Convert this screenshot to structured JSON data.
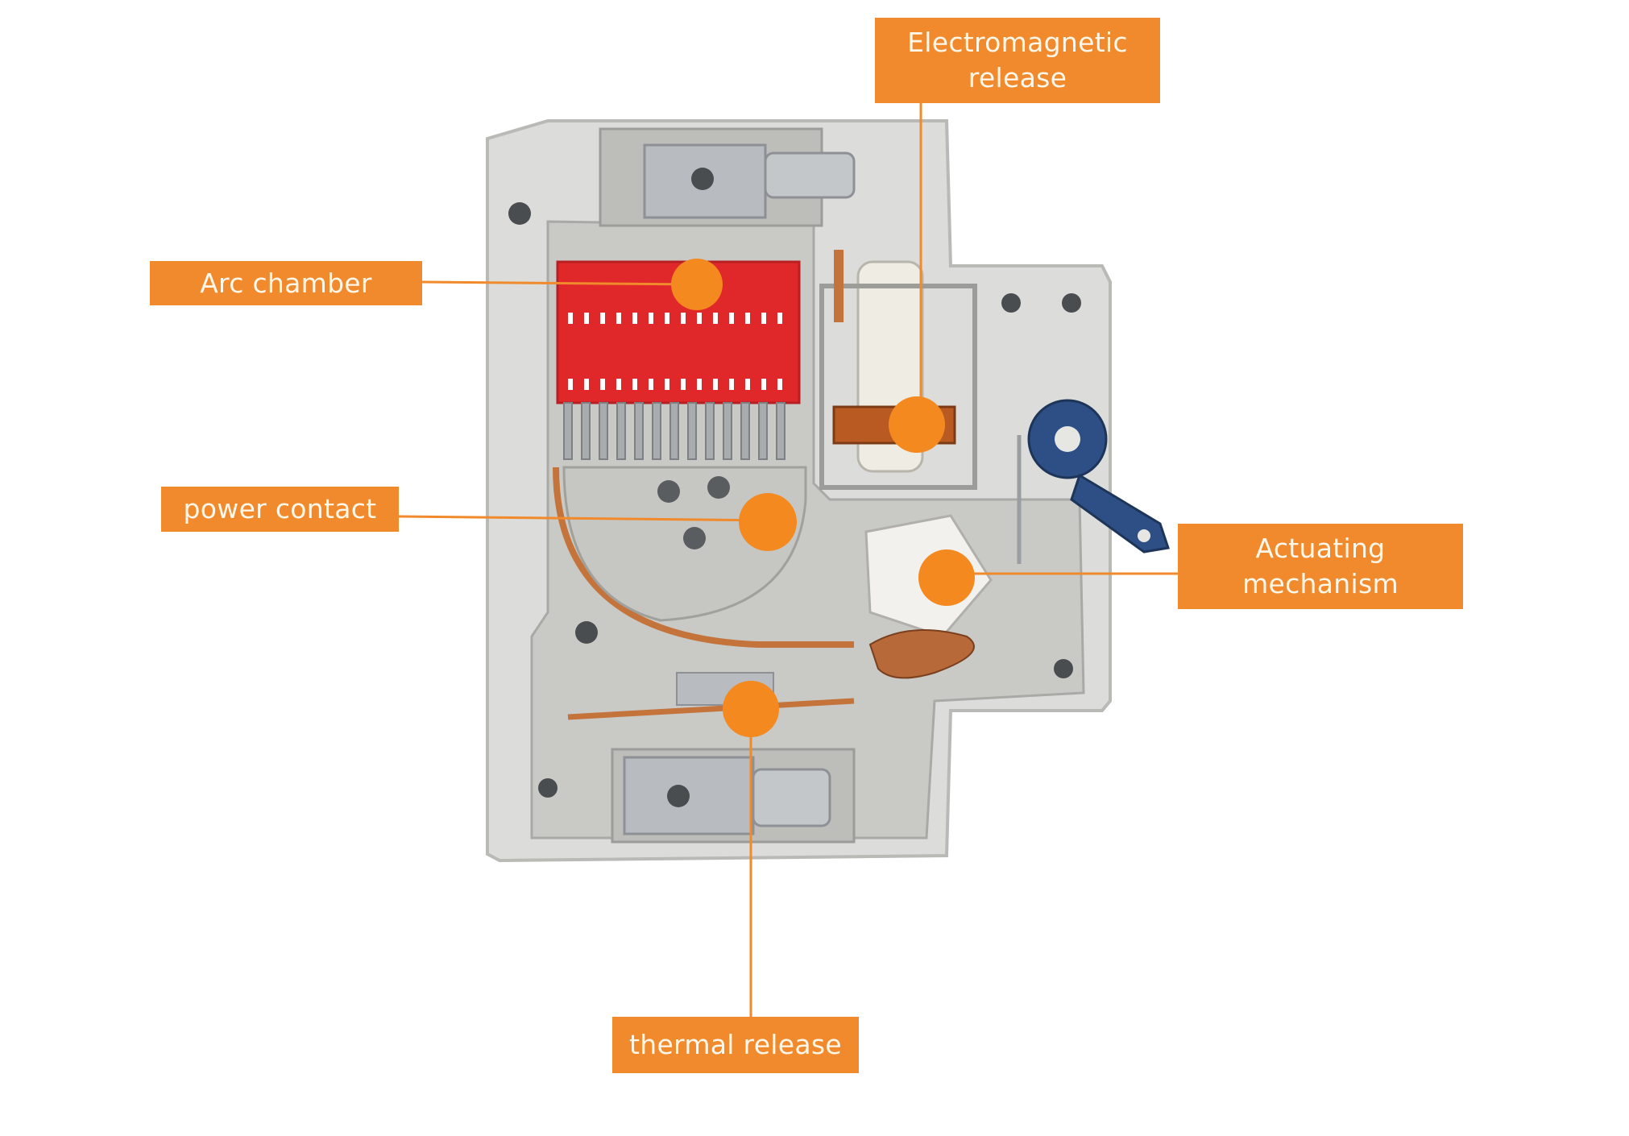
{
  "labels": {
    "electromagnetic_release": "Electromagnetic\nrelease",
    "arc_chamber": "Arc chamber",
    "power_contact": "power contact",
    "actuating_mechanism": "Actuating\nmechanism",
    "thermal_release": "thermal release"
  },
  "colors": {
    "label_bg": "#f08a2c",
    "label_text": "#fff7ea",
    "marker": "#f3891f",
    "arc_chute": "#e0272a",
    "handle": "#2e4f86",
    "copper": "#c4733b",
    "housing": "#dcdcda"
  }
}
